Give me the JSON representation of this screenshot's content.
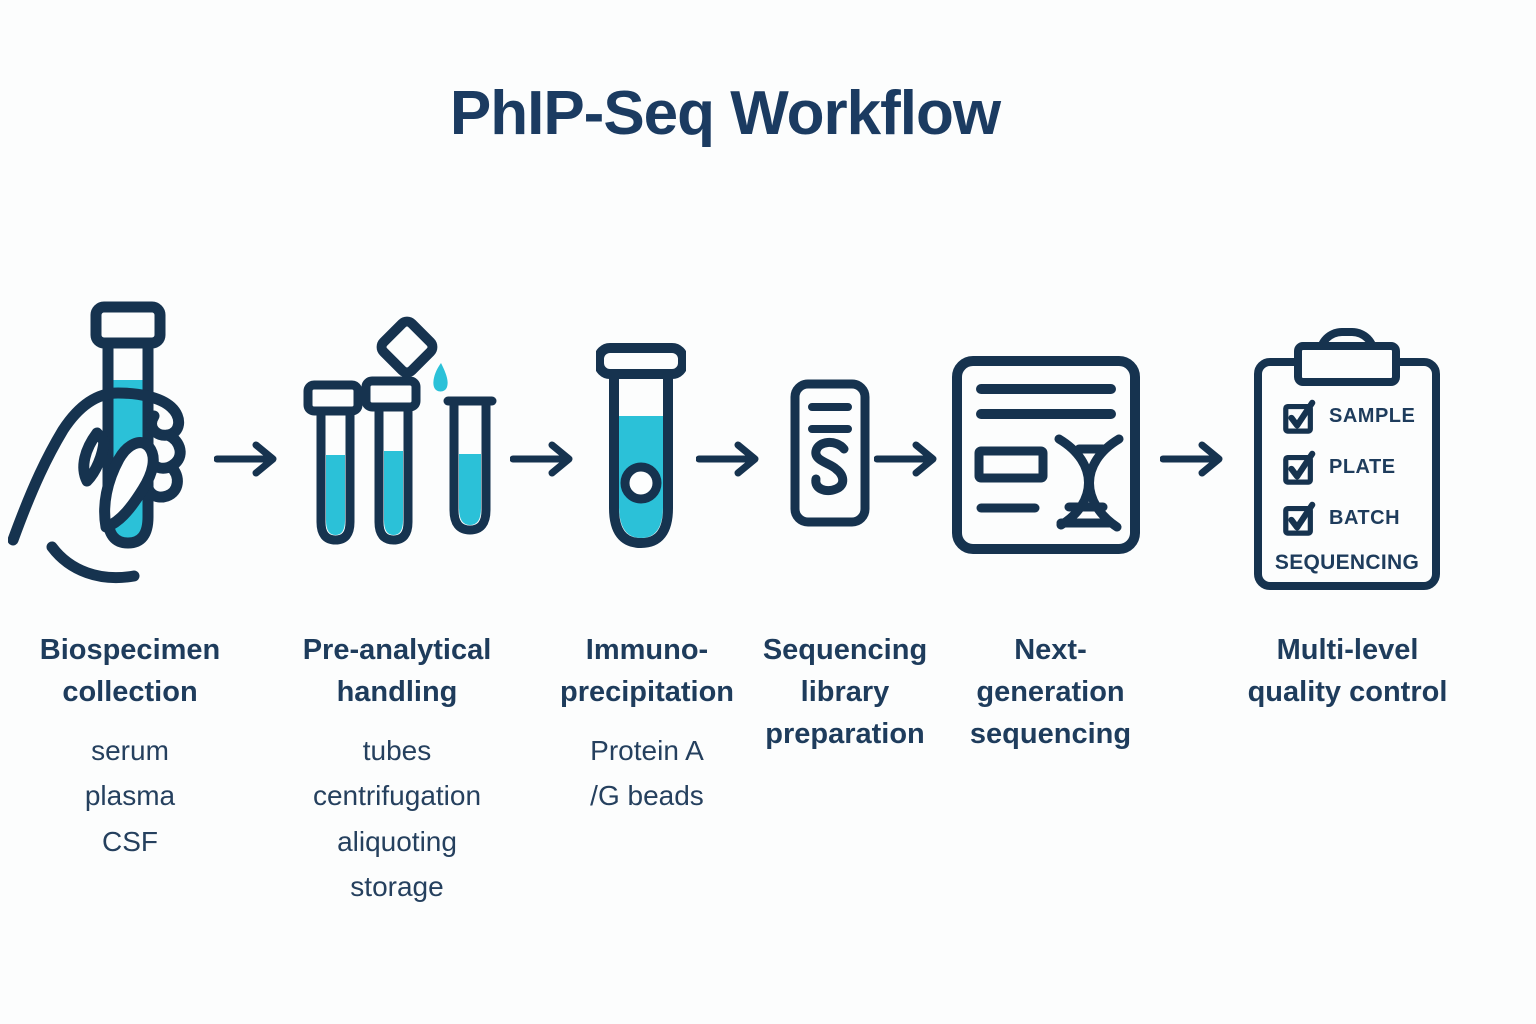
{
  "title": "PhIP-Seq Workflow",
  "colors": {
    "navy": "#16334f",
    "cyan": "#2bc1d8",
    "background": "#fcfdfd"
  },
  "steps": [
    {
      "icon": "hand-holding-test-tube-icon",
      "label": "Biospecimen\ncollection",
      "details": [
        "serum",
        "plasma",
        "CSF"
      ]
    },
    {
      "icon": "aliquot-tubes-icon",
      "label": "Pre-analytical\nhandling",
      "details": [
        "tubes",
        "centrifugation",
        "aliquoting",
        "storage"
      ]
    },
    {
      "icon": "immunoprecipitation-tube-icon",
      "label": "Immuno-\nprecipitation",
      "details": [
        "Protein A\n/G beads"
      ]
    },
    {
      "icon": "sequencing-library-icon",
      "label": "Sequencing\nlibrary\npreparation",
      "details": []
    },
    {
      "icon": "ngs-panel-icon",
      "label": "Next-\ngeneration\nsequencing",
      "details": []
    },
    {
      "icon": "qc-clipboard-icon",
      "label": "Multi-level\nquality control",
      "details": []
    }
  ],
  "clipboard": {
    "checked_items": [
      "SAMPLE",
      "PLATE",
      "BATCH"
    ],
    "footer": "SEQUENCING"
  }
}
